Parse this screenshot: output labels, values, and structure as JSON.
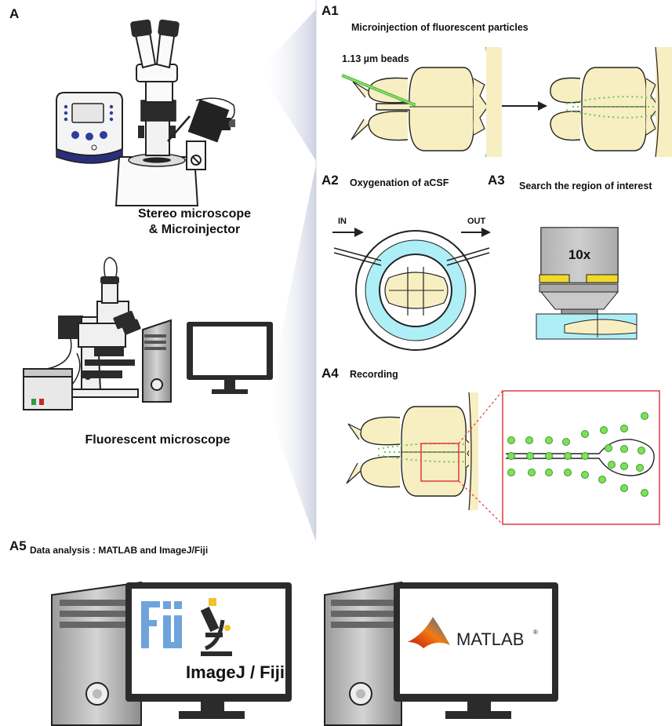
{
  "panel_a": {
    "letter": "A",
    "stereo_caption_line1": "Stereo microscope",
    "stereo_caption_line2": "& Microinjector",
    "fluor_caption": "Fluorescent microscope"
  },
  "a1": {
    "letter": "A1",
    "title": "Microinjection of fluorescent particles",
    "beads_label": "1.13 µm beads"
  },
  "a2": {
    "letter": "A2",
    "title": "Oxygenation of aCSF",
    "in_label": "IN",
    "out_label": "OUT"
  },
  "a3": {
    "letter": "A3",
    "title": "Search the region of interest",
    "objective_label": "10x"
  },
  "a4": {
    "letter": "A4",
    "title": "Recording"
  },
  "a5": {
    "letter": "A5",
    "title": "Data analysis : MATLAB and ImageJ/Fiji",
    "imagej_label": "ImageJ / Fiji",
    "matlab_label": "MATLAB",
    "matlab_mark": "®"
  },
  "colors": {
    "brain": "#f7eec2",
    "bead": "#7be05a",
    "acsf": "#aeeef7",
    "lens_yellow": "#f2d82c",
    "highlight_red": "#e03a3a"
  }
}
